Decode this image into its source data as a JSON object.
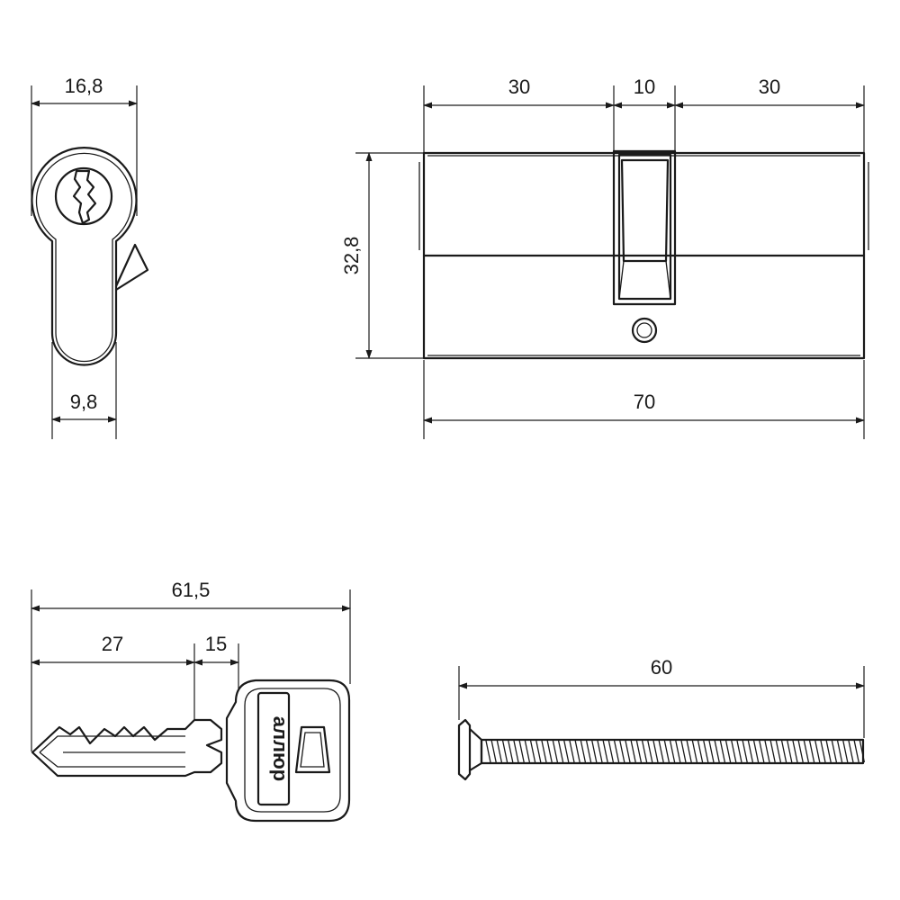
{
  "dimensions": {
    "profile_width": "16,8",
    "profile_lower_width": "9,8",
    "cylinder_height": "32,8",
    "half_left": "30",
    "cam_width": "10",
    "half_right": "30",
    "total_length": "70",
    "key_length": "61,5",
    "key_blade": "27",
    "key_shoulder": "15",
    "screw_length": "60"
  },
  "key_head_text": "аллюр",
  "colors": {
    "line": "#1a1a1a",
    "background": "#ffffff"
  }
}
